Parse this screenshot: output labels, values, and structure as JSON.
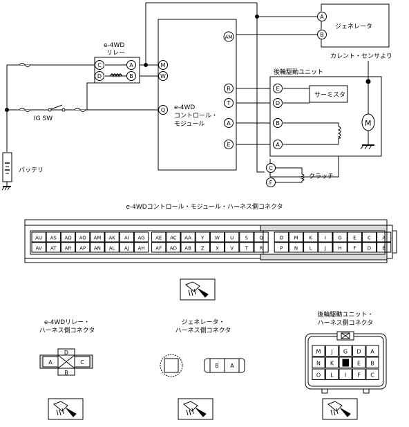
{
  "ecu": {
    "line1": "e-4WD",
    "line2": "コントロール・",
    "line3": "モジュール"
  },
  "relay": {
    "line1": "e-4WD",
    "line2": "リレー"
  },
  "generator": {
    "label": "ジェネレータ"
  },
  "current_sensor": {
    "label": "カレント・センサより"
  },
  "rear_unit": {
    "label": "後輪駆動ユニット"
  },
  "thermistor": {
    "label": "サーミスタ"
  },
  "motor": {
    "label": "M"
  },
  "clutch": {
    "label": "クラッチ"
  },
  "ig_switch": {
    "label": "IG SW"
  },
  "battery": {
    "label": "バッテリ"
  },
  "ecu_pins": {
    "AM": "AM",
    "M": "M",
    "W": "W",
    "Q": "Q",
    "R": "R",
    "T": "T",
    "A": "A",
    "E": "E"
  },
  "relay_pins": {
    "C": "C",
    "A": "A",
    "D": "D",
    "B": "B"
  },
  "generator_pins": {
    "A": "A",
    "B": "B"
  },
  "unit_pins": {
    "E": "E",
    "D": "D",
    "B": "B",
    "A": "A",
    "C": "C",
    "F": "F"
  },
  "ecu_connector": {
    "title": "e-4WDコントロール・モジュール・ハーネス側コネクタ",
    "row1": [
      "AU",
      "AS",
      "AQ",
      "AO",
      "AM",
      "AK",
      "AI",
      "AG",
      "AE",
      "AC",
      "AA",
      "Y",
      "W",
      "U",
      "S",
      "Q",
      "O",
      "M",
      "K",
      "I",
      "G",
      "E",
      "C",
      "A"
    ],
    "row2": [
      "AV",
      "AT",
      "AR",
      "AP",
      "AN",
      "AL",
      "AJ",
      "AH",
      "AF",
      "AD",
      "AB",
      "Z",
      "X",
      "V",
      "T",
      "R",
      "P",
      "N",
      "L",
      "J",
      "H",
      "F",
      "D",
      "B"
    ]
  },
  "relay_connector": {
    "title1": "e-4WDリレー・",
    "title2": "ハーネス側コネクタ",
    "pins": {
      "A": "A",
      "B": "B",
      "C": "C",
      "D": "D"
    }
  },
  "generator_connector": {
    "title1": "ジェネレータ・",
    "title2": "ハーネス側コネクタ",
    "pins": {
      "B": "B",
      "A": "A"
    }
  },
  "unit_connector": {
    "title1": "後輪駆動ユニット・",
    "title2": "ハーネス側コネクタ",
    "rows": [
      [
        "M",
        "J",
        "G",
        "D",
        "A"
      ],
      [
        "N",
        "K",
        "",
        "E",
        "B"
      ],
      [
        "O",
        "L",
        "I",
        "F",
        "C"
      ]
    ]
  }
}
